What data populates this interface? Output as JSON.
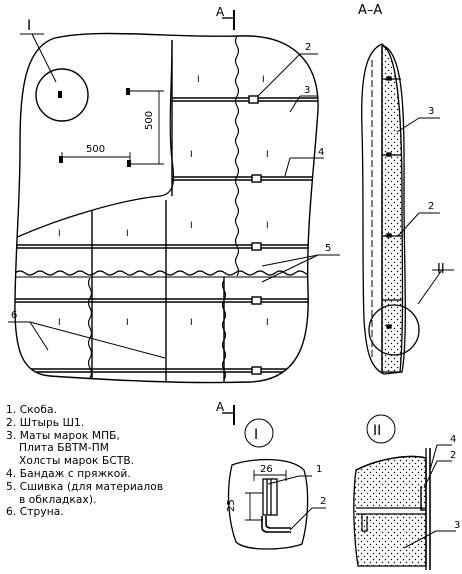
{
  "labels": {
    "callout_I": "I",
    "callout_II": "II",
    "section_mark": "А",
    "section_title": "А–А",
    "dim_500_h": "500",
    "dim_500_v": "500",
    "dim_26": "26",
    "dim_25": "25",
    "detail_I": "I",
    "detail_II": "II",
    "mat_mark": "I"
  },
  "item_numbers": {
    "main_2": "2",
    "main_3": "3",
    "main_4": "4",
    "main_5": "5",
    "main_6": "6",
    "sec_3": "3",
    "sec_2": "2",
    "d1_1": "1",
    "d1_2": "2",
    "d2_4": "4",
    "d2_2": "2",
    "d2_3": "3"
  },
  "legend": [
    "1. Скоба.",
    "2. Штырь Ш1.",
    "3. Маты марок МПБ,",
    "Плита БВТМ-ПМ",
    "Холсты марок БСТВ.",
    "4. Бандаж с пряжкой.",
    "5. Сшивка (для материалов",
    "в обкладках).",
    "6. Струна."
  ]
}
